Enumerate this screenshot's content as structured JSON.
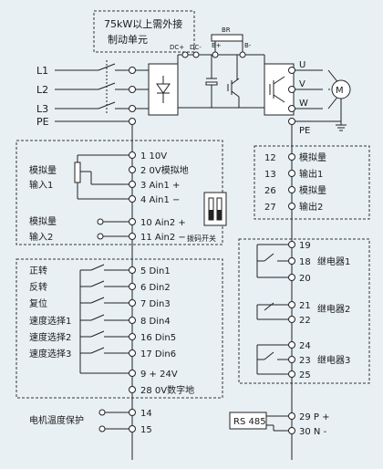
{
  "top_note": [
    "75kW以上需外接",
    "制动单元"
  ],
  "bus": {
    "dc_plus": "DC+",
    "dc_minus": "DC-",
    "br": "BR",
    "b_plus": "B+",
    "b_minus": "B-"
  },
  "inputs": [
    "L1",
    "L2",
    "L3",
    "PE"
  ],
  "outputs": [
    "U",
    "V",
    "W",
    "PE"
  ],
  "motor": "M",
  "analog_left": {
    "group1": [
      "模拟量",
      "输入1"
    ],
    "group2": [
      "模拟量",
      "输入2"
    ],
    "terminals": [
      "1  10V",
      "2  0V模拟地",
      "3  Ain1 +",
      "4  Ain1 −",
      "10 Ain2 +",
      "11 Ain2 −"
    ],
    "dip_label": "拨码开关"
  },
  "analog_right": {
    "nums": [
      "12",
      "13",
      "26",
      "27"
    ],
    "labels": [
      "模拟量",
      "输出1",
      "模拟量",
      "输出2"
    ]
  },
  "digital": {
    "names": [
      "正转",
      "反转",
      "复位",
      "速度选择1",
      "速度选择2",
      "速度选择3"
    ],
    "terminals": [
      "5  Din1",
      "6  Din2",
      "7  Din3",
      "8  Din4",
      "16 Din5",
      "17 Din6",
      "9  + 24V",
      "28 0V数字地"
    ]
  },
  "relays": {
    "terminals": [
      [
        "19",
        "18",
        "20"
      ],
      [
        "21",
        "22"
      ],
      [
        "24",
        "23",
        "25"
      ]
    ],
    "names": [
      "继电器1",
      "继电器2",
      "继电器3"
    ]
  },
  "motor_temp": {
    "label": "电机温度保护",
    "terminals": [
      "14",
      "15"
    ]
  },
  "rs485": {
    "label": "RS 485",
    "terminals": [
      "29  P +",
      "30  N -"
    ]
  }
}
